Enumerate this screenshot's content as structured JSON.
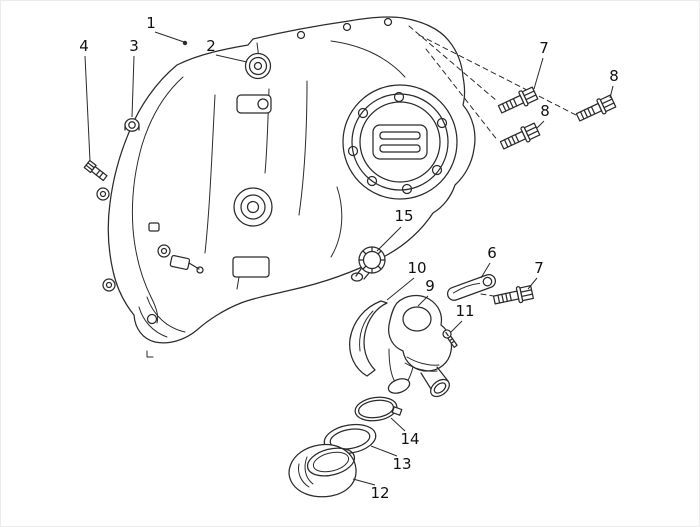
{
  "figure": {
    "background_color": "#ffffff",
    "line_color": "#2b2b2b",
    "label_color": "#111111"
  },
  "callouts": [
    {
      "label": "1"
    },
    {
      "label": "4"
    },
    {
      "label": "3"
    },
    {
      "label": "2"
    },
    {
      "label": "7"
    },
    {
      "label": "8"
    },
    {
      "label": "8"
    },
    {
      "label": "15"
    },
    {
      "label": "10"
    },
    {
      "label": "9"
    },
    {
      "label": "6"
    },
    {
      "label": "7"
    },
    {
      "label": "11"
    },
    {
      "label": "14"
    },
    {
      "label": "13"
    },
    {
      "label": "12"
    }
  ]
}
